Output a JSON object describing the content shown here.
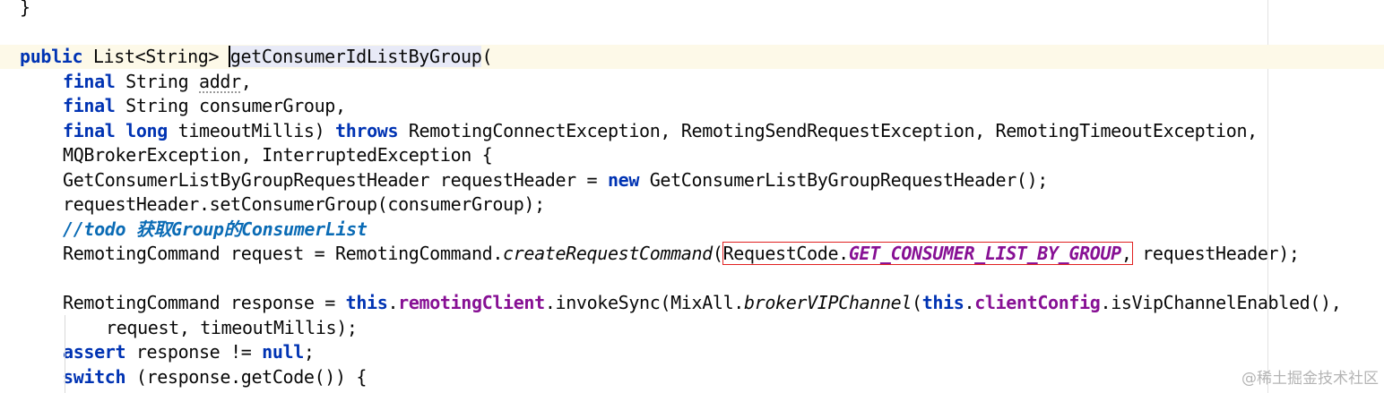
{
  "code": {
    "brace_close": "}",
    "l2_public": "public",
    "l2_type": " List<String> ",
    "l2_method": "getConsumerIdListByGroup",
    "l2_paren": "(",
    "l3_final": "final",
    "l3_type": " String ",
    "l3_param": "addr",
    "l3_comma": ",",
    "l4_final": "final",
    "l4_rest": " String consumerGroup,",
    "l5_final": "final",
    "l5_long": "long",
    "l5_param": " timeoutMillis) ",
    "l5_throws": "throws",
    "l5_rest": " RemotingConnectException, RemotingSendRequestException, RemotingTimeoutException,",
    "l6_text": "MQBrokerException, InterruptedException {",
    "l7_pre": "GetConsumerListByGroupRequestHeader requestHeader = ",
    "l7_new": "new",
    "l7_post": " GetConsumerListByGroupRequestHeader();",
    "l8_text": "requestHeader.setConsumerGroup(consumerGroup);",
    "l9_comment": "//todo 获取Group的ConsumerList",
    "l10_pre": "RemotingCommand request = RemotingCommand.",
    "l10_method": "createRequestCommand",
    "l10_paren": "(",
    "l10_boxed_class": "RequestCode.",
    "l10_boxed_const": "GET_CONSUMER_LIST_BY_GROUP",
    "l10_boxed_comma": ",",
    "l10_post": " requestHeader);",
    "l12_pre": "RemotingCommand response = ",
    "l12_this1": "this",
    "l12_dot1": ".",
    "l12_field1": "remotingClient",
    "l12_mid": ".invokeSync(MixAll.",
    "l12_method": "brokerVIPChannel",
    "l12_paren": "(",
    "l12_this2": "this",
    "l12_dot2": ".",
    "l12_field2": "clientConfig",
    "l12_post": ".isVipChannelEnabled(),",
    "l13_text": "request, timeoutMillis);",
    "l14_assert": "assert",
    "l14_mid": " response != ",
    "l14_null": "null",
    "l14_end": ";",
    "l15_switch": "switch",
    "l15_rest": " (response.getCode()) {"
  },
  "watermark": "@稀土掘金技术社区",
  "colors": {
    "keyword": "#0033b3",
    "field": "#871094",
    "comment": "#0a6bb5",
    "current_line": "#fdf9e8",
    "highlight_box": "#e02020"
  }
}
